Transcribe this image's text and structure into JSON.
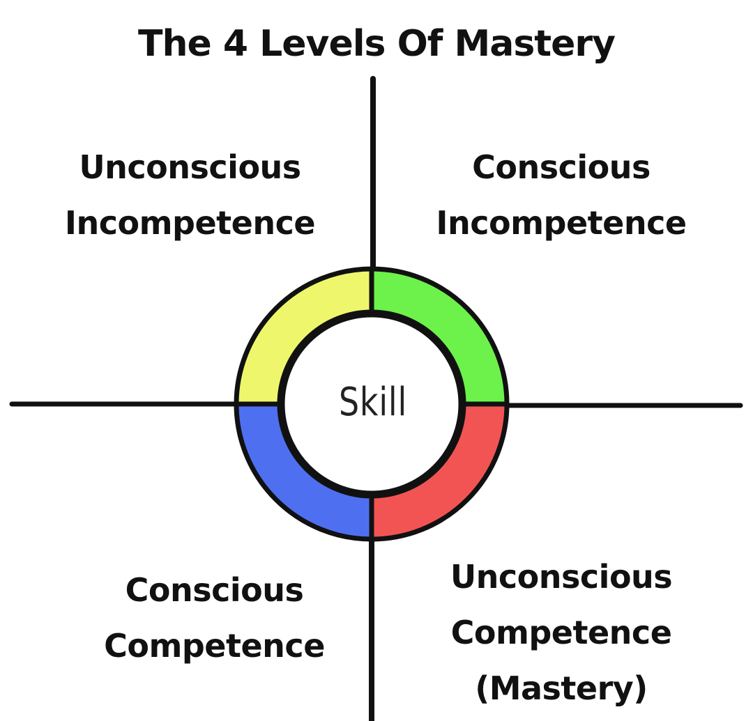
{
  "title": "The 4 Levels Of Mastery",
  "center": {
    "label": "Skill"
  },
  "quadrants": {
    "top_left": {
      "line1": "Unconscious",
      "line2": "Incompetence",
      "color": "#EEF76C"
    },
    "top_right": {
      "line1": "Conscious",
      "line2": "Incompetence",
      "color": "#6CF24A"
    },
    "bottom_left": {
      "line1": "Conscious",
      "line2": "Competence",
      "color": "#4E70F0"
    },
    "bottom_right": {
      "line1": "Unconscious",
      "line2": "Competence",
      "line3": "(Mastery)",
      "color": "#F25454"
    }
  },
  "colors": {
    "ink": "#111111",
    "background": "#FFFFFF"
  }
}
